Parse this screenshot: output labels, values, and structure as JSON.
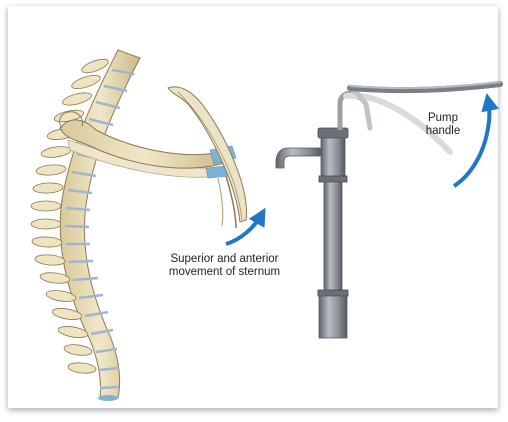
{
  "labels": {
    "pump_line1": "Pump",
    "pump_line2": "handle",
    "sternum_line1": "Superior and anterior",
    "sternum_line2": "movement of sternum"
  },
  "colors": {
    "bone": "#e8dcb8",
    "bone_outline": "#8b7a55",
    "disc": "#9fb6cc",
    "cartilage": "#7fb3d5",
    "arrow": "#1f77c8",
    "pump_body": "#8a8f96",
    "pump_dark": "#5d6168"
  },
  "icons": {
    "spine": "spine-illustration",
    "rib": "rib-illustration",
    "pump": "water-pump-illustration"
  }
}
